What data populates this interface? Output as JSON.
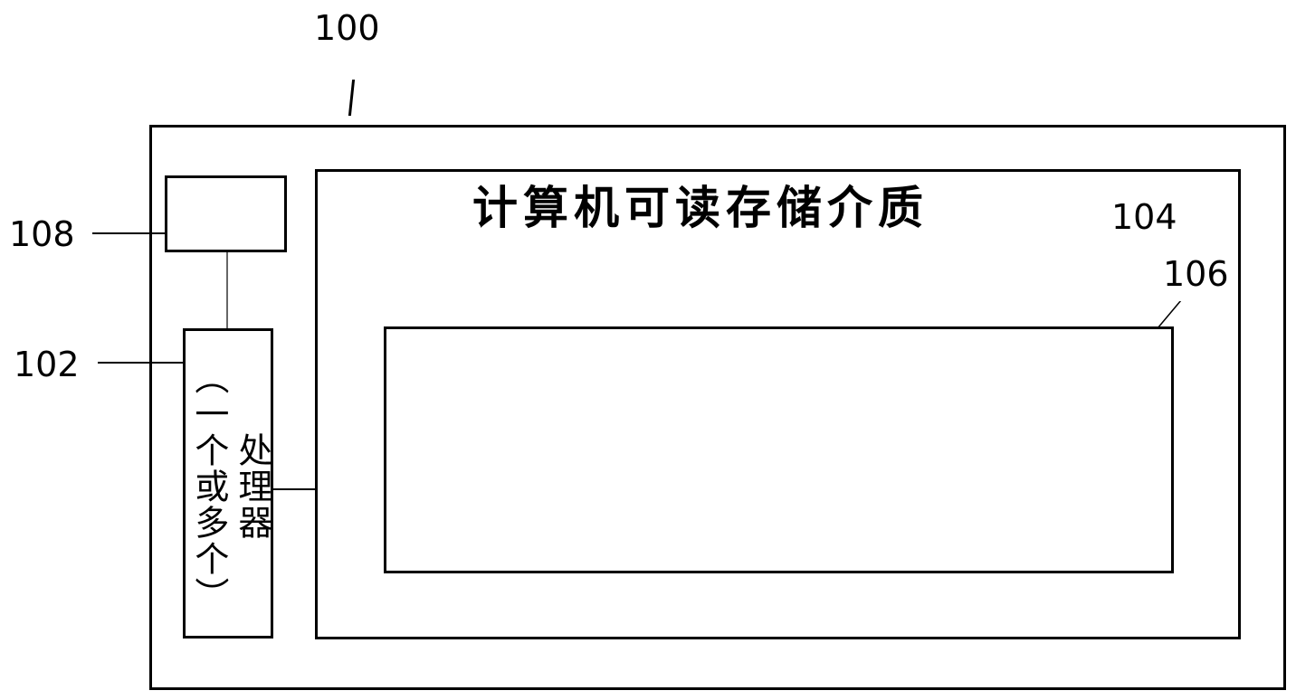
{
  "labels": {
    "ref_100": "100",
    "ref_102": "102",
    "ref_104": "104",
    "ref_106": "106",
    "ref_108": "108"
  },
  "storage_medium": {
    "title": "计算机可读存储介质"
  },
  "processor": {
    "line1": "（一个或多个）",
    "line2": "处理器"
  },
  "colors": {
    "stroke": "#000000",
    "background": "#ffffff"
  }
}
